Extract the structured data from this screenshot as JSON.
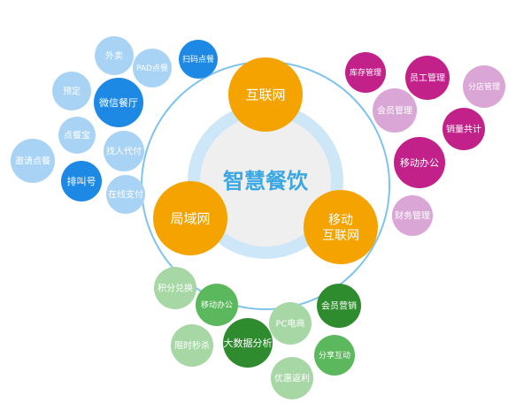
{
  "center": {
    "label": "智慧餐饮"
  },
  "main_nodes": [
    {
      "id": "internet",
      "label": "互联网",
      "color": "#F4A300"
    },
    {
      "id": "lan",
      "label": "局域网",
      "color": "#F4A300"
    },
    {
      "id": "mobile_internet",
      "label": "移动\n互联网",
      "color": "#F4A300"
    }
  ],
  "clusters": {
    "blue": {
      "colors": {
        "light": "#A9D3F4",
        "dark": "#1E88E5",
        "medium": "#42A5F5"
      },
      "bubbles": [
        {
          "label": "外卖",
          "tone": "light"
        },
        {
          "label": "PAD点餐",
          "tone": "light"
        },
        {
          "label": "扫码点餐",
          "tone": "dark"
        },
        {
          "label": "预定",
          "tone": "light"
        },
        {
          "label": "微信餐厅",
          "tone": "dark"
        },
        {
          "label": "点餐宝",
          "tone": "light"
        },
        {
          "label": "找人代付",
          "tone": "light"
        },
        {
          "label": "邀请点餐",
          "tone": "light"
        },
        {
          "label": "排叫号",
          "tone": "dark"
        },
        {
          "label": "在线支付",
          "tone": "light"
        }
      ]
    },
    "pink": {
      "colors": {
        "light": "#D9A6D6",
        "dark": "#C2218A",
        "medium": "#C54FA8"
      },
      "bubbles": [
        {
          "label": "库存管理",
          "tone": "dark"
        },
        {
          "label": "员工管理",
          "tone": "dark"
        },
        {
          "label": "分店管理",
          "tone": "light"
        },
        {
          "label": "会员管理",
          "tone": "light"
        },
        {
          "label": "销量共计",
          "tone": "dark"
        },
        {
          "label": "移动办公",
          "tone": "dark"
        },
        {
          "label": "财务管理",
          "tone": "light"
        }
      ]
    },
    "green": {
      "colors": {
        "light": "#A7D7A5",
        "dark": "#2E8B2E",
        "medium": "#5CB85C"
      },
      "bubbles": [
        {
          "label": "积分兑换",
          "tone": "light"
        },
        {
          "label": "移动办公",
          "tone": "medium"
        },
        {
          "label": "会员营销",
          "tone": "dark"
        },
        {
          "label": "PC电商",
          "tone": "light"
        },
        {
          "label": "限时秒杀",
          "tone": "light"
        },
        {
          "label": "大数据分析",
          "tone": "dark"
        },
        {
          "label": "分享互动",
          "tone": "medium"
        },
        {
          "label": "优惠返利",
          "tone": "light"
        }
      ]
    }
  }
}
